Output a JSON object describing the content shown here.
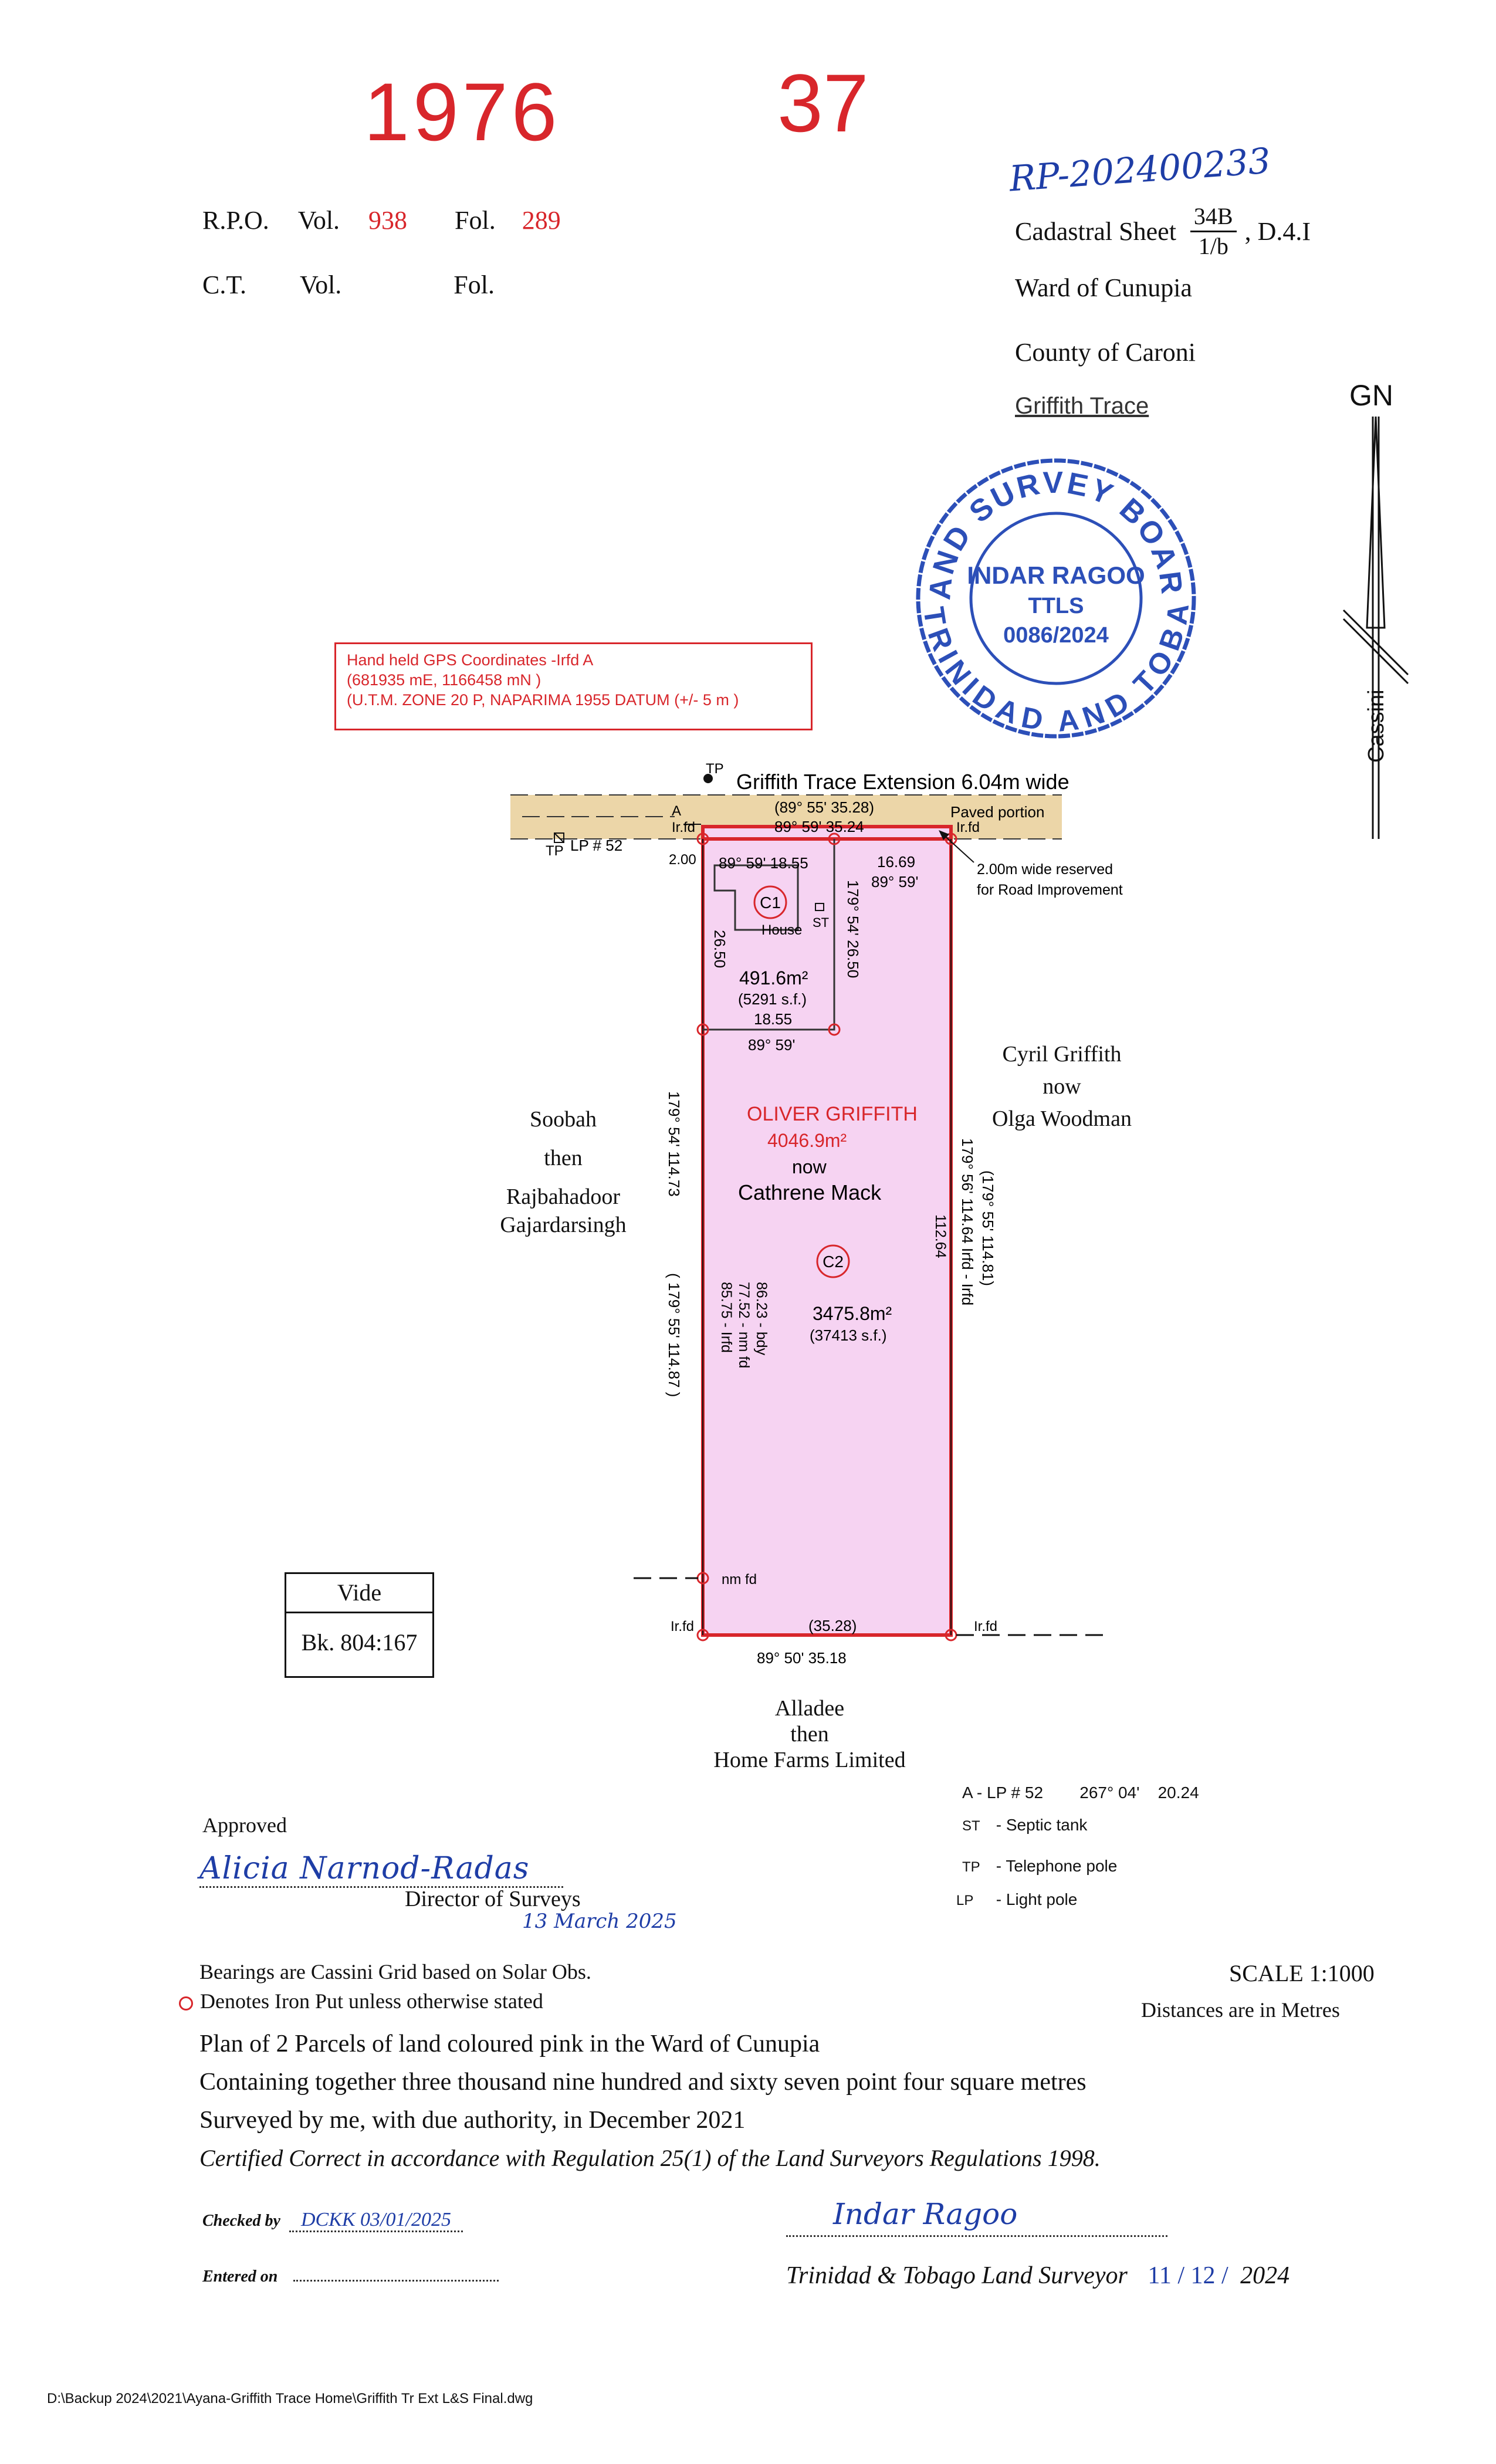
{
  "header": {
    "plan_no_left": "1976",
    "plan_no_right": "37",
    "rpo_label": "R.P.O.",
    "vol_label": "Vol.",
    "vol_value": "938",
    "fol_label": "Fol.",
    "fol_value": "289",
    "ct_label": "C.T.",
    "ct_vol_label": "Vol.",
    "ct_fol_label": "Fol.",
    "rp_number": "RP-202400233",
    "cadastral_label": "Cadastral Sheet",
    "cadastral_num": "34B",
    "cadastral_den": "1/b",
    "cadastral_suffix": ", D.4.I",
    "ward": "Ward of Cunupia",
    "county": "County of Caroni",
    "road": "Griffith Trace"
  },
  "stamp": {
    "top": "LAND SURVEY BOARD",
    "bottom": "OF TRINIDAD AND TOBAGO",
    "name": "INDAR RAGOO",
    "title": "TTLS",
    "number": "0086/2024"
  },
  "north": {
    "gn": "GN",
    "cassini": "Cassini"
  },
  "gps": {
    "line1": "Hand held GPS Coordinates -Irfd A",
    "line2": "(681935 mE, 1166458 mN )",
    "line3": "(U.T.M. ZONE 20 P, NAPARIMA 1955 DATUM  (+/- 5 m )"
  },
  "plan": {
    "road_title": "Griffith Trace Extension 6.04m wide",
    "tp": "TP",
    "paved": "Paved portion",
    "top_brg1": "(89° 55'  35.28)",
    "top_brg2": "89° 59'  35.24",
    "irfd_a": "A",
    "irfd": "Ir.fd",
    "lp52": "LP # 52",
    "two_m": "2.00",
    "reserved1": "2.00m wide reserved",
    "reserved2": "for Road Improvement",
    "c1_top_brg": "89° 59'  18.55",
    "c1_right_top": "16.69",
    "c1_right_brg": "89° 59'",
    "c1_label": "C1",
    "house": "House",
    "st": "ST",
    "c1_vert": "179° 54'  26.50",
    "c1_left": "26.50",
    "c1_area": "491.6m²",
    "c1_sf": "(5291 s.f.)",
    "c1_bottom": "18.55",
    "c1_bottom_brg": "89° 59'",
    "owner": "OLIVER GRIFFITH",
    "total_area": "4046.9m²",
    "now": "now",
    "owner_now": "Cathrene Mack",
    "c2_label": "C2",
    "c2_area": "3475.8m²",
    "c2_sf": "(37413 s.f.)",
    "left_vert1": "179° 54'  114.73",
    "left_vert2": "( 179° 55'  114.87 )",
    "inner1": "86.23 - bdy",
    "inner2": "77.52 - nm fd",
    "inner3": "85.75 - Irfd",
    "right_vert1": "179° 56'  114.64 Irfd - Irfd",
    "right_vert2": "(179° 55'  114.81)",
    "right_inner": "112.64",
    "nm_fd": "nm fd",
    "bottom_brg1": "(35.28)",
    "bottom_brg2": "89° 50'  35.18",
    "west1": "Soobah",
    "west2": "then",
    "west3": "Rajbahadoor",
    "west4": "Gajardarsingh",
    "east1": "Cyril Griffith",
    "east2": "now",
    "east3": "Olga Woodman",
    "south1": "Alladee",
    "south2": "then",
    "south3": "Home Farms Limited"
  },
  "vide": {
    "title": "Vide",
    "ref": "Bk. 804:167"
  },
  "legend": {
    "tie": "A - LP # 52        267° 04'    20.24",
    "septic": "- Septic tank",
    "tel": "- Telephone pole",
    "light": "- Light pole",
    "st": "ST",
    "tp": "TP",
    "lp": "LP"
  },
  "approval": {
    "approved": "Approved",
    "signature": "Alicia Narnod-Radas",
    "director": "Director of Surveys",
    "date": "13 March 2025"
  },
  "notes": {
    "bearings": "Bearings are Cassini Grid based on Solar Obs.",
    "iron": "Denotes Iron Put unless otherwise stated",
    "scale": "SCALE 1:1000",
    "distances": "Distances are in Metres",
    "plan_line": "Plan of 2 Parcels of land coloured pink in the Ward of Cunupia",
    "containing": "Containing together three thousand nine hundred and sixty seven point four square metres",
    "surveyed": "Surveyed by me, with due authority, in December 2021",
    "certified": "Certified Correct in accordance with Regulation 25(1) of the Land Surveyors Regulations 1998.",
    "checked_label": "Checked by",
    "checked_value": "DCKK 03/01/2025",
    "entered_label": "Entered on",
    "surveyor_sig": "Indar Ragoo",
    "surveyor_label": "Trinidad & Tobago Land Surveyor",
    "surveyor_date": "11 / 12 /",
    "surveyor_year": "2024"
  },
  "footer": {
    "path": "D:\\Backup 2024\\2021\\Ayana-Griffith Trace Home\\Griffith Tr Ext L&S Final.dwg"
  },
  "colors": {
    "red": "#d8262b",
    "pink": "#f6d3f2",
    "road": "#ecd6a8",
    "stamp": "#2c4fb8",
    "blue_ink": "#1e3da6"
  }
}
